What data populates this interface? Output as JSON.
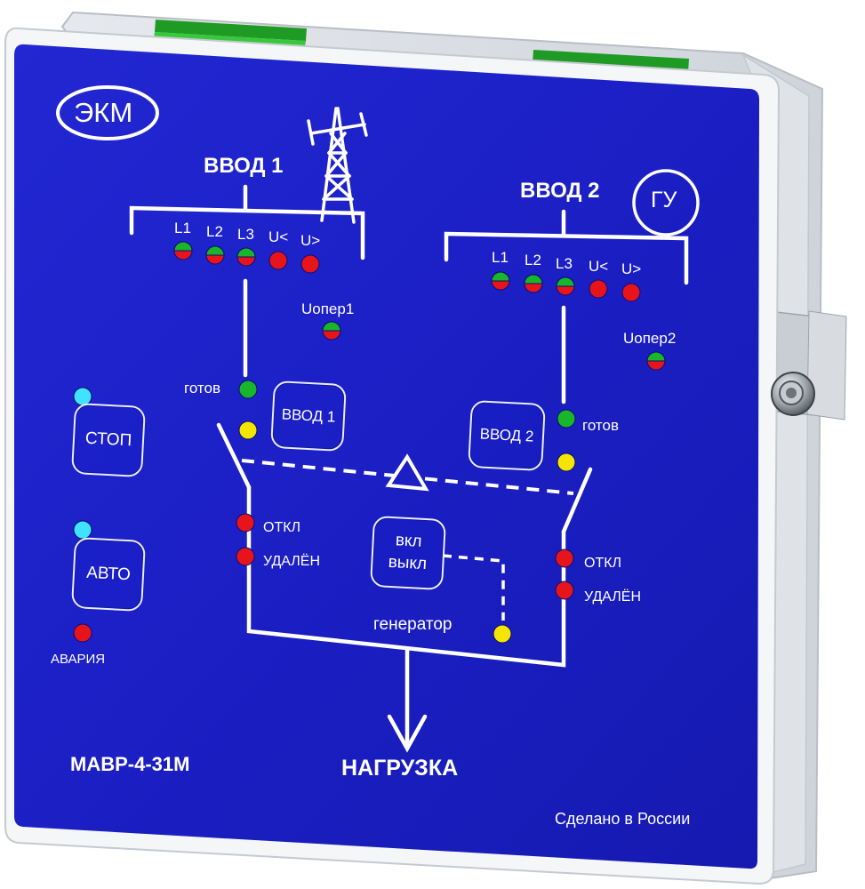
{
  "brand": {
    "logo_text": "ЭКМ"
  },
  "model": "МАВР-4-31М",
  "made_in": "Сделано в России",
  "load_label": "НАГРУЗКА",
  "input1": {
    "title": "ВВОД 1",
    "phase_labels": [
      "L1",
      "L2",
      "L3",
      "U<",
      "U>"
    ],
    "uoper_label": "Uопер1",
    "ready_label": "готов",
    "button_label": "ВВОД 1",
    "off_label": "ОТКЛ",
    "removed_label": "УДАЛЁН"
  },
  "input2": {
    "title": "ВВОД 2",
    "gen_badge": "ГУ",
    "phase_labels": [
      "L1",
      "L2",
      "L3",
      "U<",
      "U>"
    ],
    "uoper_label": "Uопер2",
    "ready_label": "готов",
    "button_label": "ВВОД 2",
    "off_label": "ОТКЛ",
    "removed_label": "УДАЛЁН"
  },
  "controls": {
    "stop_label": "СТОП",
    "auto_label": "АВТО",
    "alarm_label": "АВАРИЯ",
    "onoff_line1": "вкл",
    "onoff_line2": "выкл",
    "generator_label": "генератор"
  },
  "colors": {
    "panel_blue": "#1b1fc4",
    "led_green": "#19b52a",
    "led_red": "#e8141c",
    "led_yellow": "#f5e500",
    "led_cyan": "#3fe2ff",
    "connector_green": "#2fb52f",
    "housing": "#f0f2f5"
  }
}
